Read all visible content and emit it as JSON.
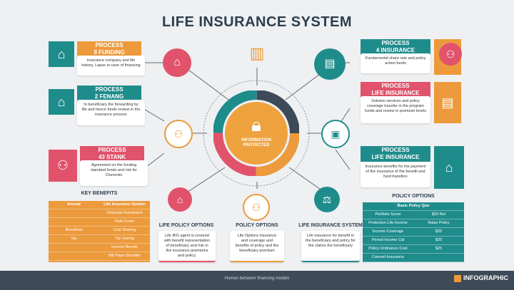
{
  "title": "LIFE INSURANCE SYSTEM",
  "left_processes": [
    {
      "label": "PROCESS\n8 FUNDING",
      "text": "Insurance company and life history, Lapse in case of financing",
      "color": "#ec9a3c",
      "icon": "house-icon"
    },
    {
      "label": "PROCESS\n2 FENANG",
      "text": "In beneficiary the forwarding by life and hence funds review in the insurance process",
      "color": "#1f8c8c",
      "icon": "house-icon"
    },
    {
      "label": "PROCESS\n43 STANK",
      "text": "Agreement on the funding standard funds and risk for Cherenko",
      "color": "#e0536b",
      "icon": "handshake-icon"
    }
  ],
  "right_processes": [
    {
      "label": "PROCESS\n4 INSURANCE",
      "text": "Fundamental share rate and policy action funds",
      "color": "#1f8c8c",
      "icon": "bank-icon"
    },
    {
      "label": "PROCESS\nLIFE INSURANCE",
      "text": "Solution services and policy coverage transfer in the program funds and review in premium levels",
      "color": "#e0536b",
      "icon": "building-icon"
    },
    {
      "label": "PROCESS\nLIFE INSURANCE",
      "text": "Insurance benefits for the payment of the insurance of the benefit and fund transfers",
      "color": "#1f8c8c",
      "icon": "building-icon"
    }
  ],
  "center": {
    "text": "INFORMATION\nPROTECTED",
    "icon": "lock-icon"
  },
  "key_benefits": {
    "title": "KEY BENEFITS",
    "headers": [
      "Annual",
      "Life Insurance System"
    ],
    "rows": [
      [
        "",
        "Financial Investment"
      ],
      [
        "",
        "Risk Cover"
      ],
      [
        "Beneficial",
        "Cost Sharing"
      ],
      [
        "Tax",
        "Tax Saving"
      ],
      [
        "",
        "Income Benefit"
      ],
      [
        "",
        "Bill Payer Benefits"
      ]
    ]
  },
  "policy_options": {
    "title": "POLICY OPTIONS",
    "headers": [
      "Basic Policy Quo"
    ],
    "rows": [
      [
        "Portfolio Score",
        "$20 Ret"
      ],
      [
        "Protection Life Income",
        "Raise Policy"
      ],
      [
        "Income Coverage",
        "$25"
      ],
      [
        "Period Income Cal",
        "$20"
      ],
      [
        "Policy Ordinance Cost",
        "$25"
      ],
      [
        "Convert Insurance",
        ""
      ]
    ]
  },
  "bottom": [
    {
      "label": "LIFE POLICY OPTIONS",
      "text": "Life BIG agent is covered with benefit representation of beneficiary and risk in the insurance premiums and policy.",
      "color": "#e0536b"
    },
    {
      "label": "POLICY OPTIONS",
      "text": "Life Options insurance and coverage and benefits of policy and the beneficiary premium",
      "color": "#ec9a3c"
    },
    {
      "label": "LIFE INSURANCE SYSTEM",
      "text": "Life insurance for benefit in the beneficiary and policy for the claims the beneficiary",
      "color": "#1f8c8c"
    }
  ],
  "footer_text": "Human behavior financing models",
  "brand": "INFOGRAPHIC",
  "colors": {
    "orange": "#ec9a3c",
    "teal": "#1f8c8c",
    "pink": "#e0536b",
    "dark": "#3d4a57"
  }
}
